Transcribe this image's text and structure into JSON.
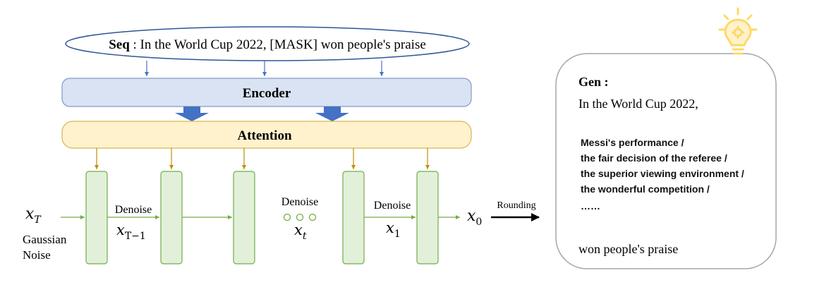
{
  "seq": {
    "label": "Seq",
    "text": " : In the World Cup 2022, [MASK] won people's praise"
  },
  "encoder": {
    "label": "Encoder"
  },
  "attention": {
    "label": "Attention"
  },
  "chain": {
    "input_var": "x_T",
    "input_caption_line1": "Gaussian",
    "input_caption_line2": "Noise",
    "denoise_label": "Denoise",
    "var_t_minus_1": "x_{T−1}",
    "var_t": "x_t",
    "var_1": "x_1",
    "output_var": "x_0",
    "ellipsis": "○ ○ ○"
  },
  "rounding": {
    "label": "Rounding"
  },
  "gen": {
    "title": "Gen :",
    "prefix": "In the World Cup 2022,",
    "options": [
      "Messi's performance /",
      "the fair decision of the referee /",
      "the superior viewing environment /",
      "the wonderful competition /",
      "……"
    ],
    "suffix": "won people's praise"
  },
  "colors": {
    "seq_stroke": "#2f5597",
    "encoder_fill": "#dae3f3",
    "encoder_stroke": "#7f9bc7",
    "block_arrow": "#4472c4",
    "attention_fill": "#fff2cc",
    "attention_stroke": "#d6b656",
    "attention_arrow": "#bf9000",
    "block_fill": "#e2f0d9",
    "block_stroke": "#70ad47",
    "bulb": "#ffd966"
  }
}
